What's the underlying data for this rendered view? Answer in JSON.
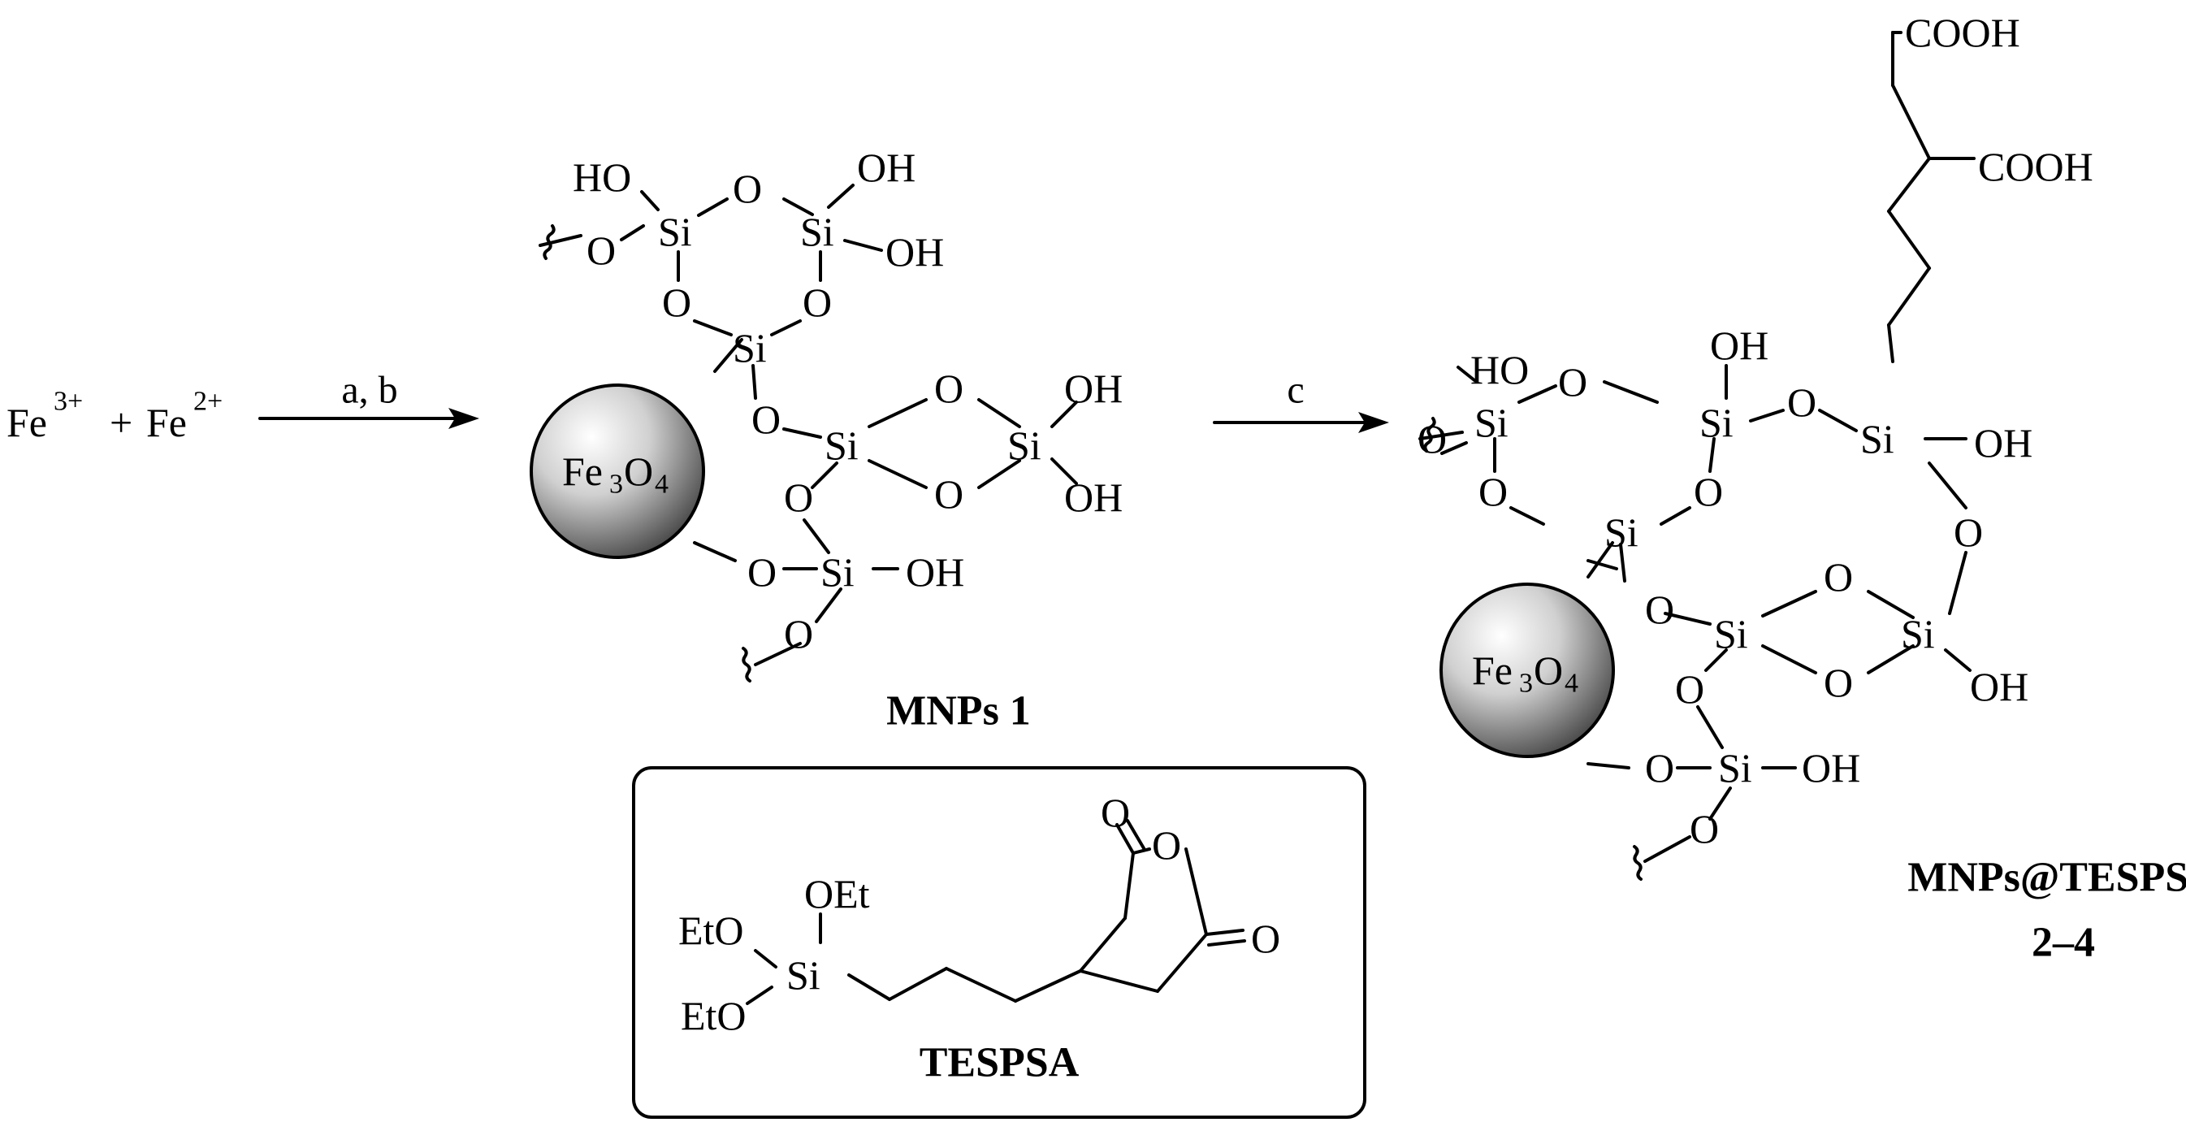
{
  "reactants": {
    "fe3": {
      "symbol": "Fe",
      "charge": "3+"
    },
    "plus": "+",
    "fe2": {
      "symbol": "Fe",
      "charge": "2+"
    }
  },
  "arrow1": {
    "conditions": "a, b"
  },
  "arrow2": {
    "conditions": "c"
  },
  "core": {
    "fe": "Fe",
    "fe_sub": "3",
    "o": "O",
    "o_sub": "4"
  },
  "atoms": {
    "si": "Si",
    "o": "O",
    "oh": "OH",
    "ho": "HO",
    "cooh": "COOH",
    "eto": "EtO",
    "oet": "OEt"
  },
  "labels": {
    "mnps1": "MNPs 1",
    "product_name": "MNPs@TESPSA",
    "product_range": "2–4",
    "tespsa": "TESPSA"
  },
  "colors": {
    "ink": "#000000",
    "sphere_light": "#ffffff",
    "sphere_dark": "#4a4a4a"
  }
}
